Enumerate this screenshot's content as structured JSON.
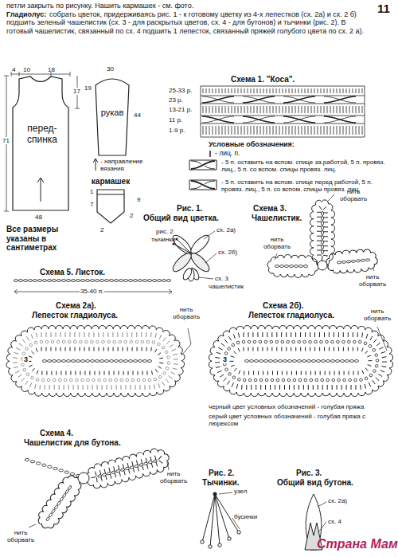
{
  "diagram": {
    "nodes": [
      {
        "text": [
          "перед-спинка"
        ]
      },
      {
        "text": [
          "рукав"
        ]
      },
      {
        "text": [
          "кармашек"
        ]
      }
    ],
    "labels": [
      "11",
      "петли закрыть по рисунку. Нашить кармашек - см. фото.",
      "Гладиолус:",
      "собрать цветок, придерживаясь рис. 1 - к готовому цветку из 4-х лепестков (сх. 2а) и сх. 2 б) подшить зеленый чашелистик (сх. 3 - для раскрытых цветов, сх. 4 - для бутонов) и тычинки (рис. 2). В готовый чашелистик, связанный по сх. 4 подшить 1 лепесток, связанный пряжей голубого цвета по сх. 2 а).",
      "4",
      "10",
      "18",
      "17",
      "71",
      "48",
      "30",
      "19",
      "44",
      "- направление вязания",
      "1",
      "9",
      "7",
      "2",
      "2",
      "Все размеры указаны в сантиметрах",
      "Схема 1. \"Коса\".",
      "25-33 р.",
      "23 р.",
      "13-21 р.",
      "11 р.",
      "1-9 р.",
      "Условные обозначения:",
      "Рис. 1.",
      "Общий вид цветка.",
      "рис. 2",
      "тычинки",
      "сх. 2а)",
      "сх. 2б)",
      "сх. 3",
      "чашелистик",
      "Схема 3.",
      "Чашелистик.",
      "нить оборвать",
      "нить оборвать",
      "нить оборвать",
      "Схема 5. Листок.",
      "35-40 п.",
      "Схема 2а).",
      "Лепесток гладиолуса.",
      "3",
      "нить оборвать",
      "Схема 2б).",
      "Лепесток гладиолуса.",
      "3",
      "нить оборвать",
      "черный цвет условных обозначений - голубая пряжа",
      "серый цвет условных обозначений - голубая пряжа с люрексом",
      "Схема 4.",
      "Чашелистик для бутона.",
      "нить оборвать",
      "нить оборвать",
      "Рис. 2.",
      "Тычинки.",
      "узел",
      "бусинки",
      "Рис. 3.",
      "Общий вид бутона.",
      "сх. 2а)",
      "сх. 4",
      "Страна Мам"
    ],
    "legend": [
      {
        "text": "- лиц. п."
      },
      {
        "text": "- 5 п. оставить на вспом. спице за работой, 5 п. провяз. лиц., 5 п. со вспом. спицы провяз. лиц."
      },
      {
        "text": "- 5 п. оставить на вспом. спице перед работой, 5 п. провяз. лиц., 5 п. со вспом. спицы провяз. лиц."
      }
    ]
  }
}
